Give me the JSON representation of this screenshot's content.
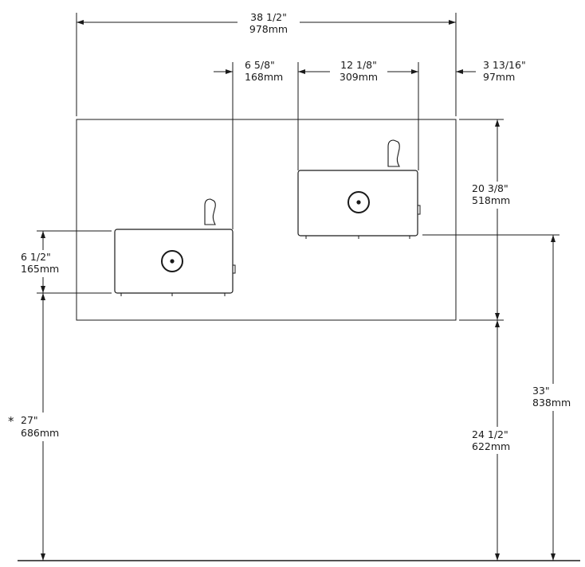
{
  "dimensions": {
    "overall_width": {
      "imperial": "38 1/2\"",
      "metric": "978mm"
    },
    "left_offset": {
      "imperial": "6 5/8\"",
      "metric": "168mm"
    },
    "unit_width": {
      "imperial": "12 1/8\"",
      "metric": "309mm"
    },
    "right_offset": {
      "imperial": "3 13/16\"",
      "metric": "97mm"
    },
    "panel_height": {
      "imperial": "20 3/8\"",
      "metric": "518mm"
    },
    "low_unit_height": {
      "imperial": "6 1/2\"",
      "metric": "165mm"
    },
    "low_rim_height": {
      "marker": "*",
      "imperial": "27\"",
      "metric": "686mm"
    },
    "panel_bottom": {
      "imperial": "24 1/2\"",
      "metric": "622mm"
    },
    "high_rim_height": {
      "imperial": "33\"",
      "metric": "838mm"
    }
  }
}
